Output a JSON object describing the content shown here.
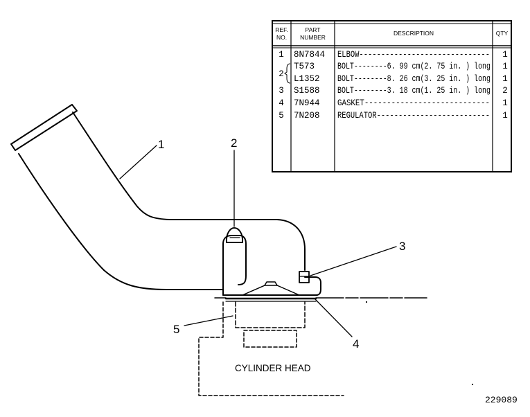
{
  "table": {
    "headers": {
      "ref_line1": "REF.",
      "ref_line2": "NO.",
      "part_line1": "PART",
      "part_line2": "NUMBER",
      "description": "DESCRIPTION",
      "qty": "QTY"
    },
    "rows": [
      {
        "ref": "1",
        "part": "8N7844",
        "desc": "ELBOW------------------------------",
        "qty": "1"
      },
      {
        "ref": "",
        "part": "T573",
        "desc": "BOLT--------6. 99 cm(2. 75 in. ) long",
        "qty": "1"
      },
      {
        "ref": "",
        "part": "L1352",
        "desc": "BOLT--------8. 26 cm(3. 25 in. ) long",
        "qty": "1"
      },
      {
        "ref": "3",
        "part": "S1588",
        "desc": "BOLT--------3. 18 cm(1. 25 in. ) long",
        "qty": "2"
      },
      {
        "ref": "4",
        "part": "7N944",
        "desc": "GASKET----------------------------",
        "qty": "1"
      },
      {
        "ref": "5",
        "part": "7N208",
        "desc": "REGULATOR--------------------------",
        "qty": "1"
      }
    ],
    "ref_group_2": "2"
  },
  "callouts": {
    "c1": "1",
    "c2": "2",
    "c3": "3",
    "c4": "4",
    "c5": "5"
  },
  "labels": {
    "cylinder_head": "CYLINDER HEAD",
    "figure_number": "229089"
  }
}
